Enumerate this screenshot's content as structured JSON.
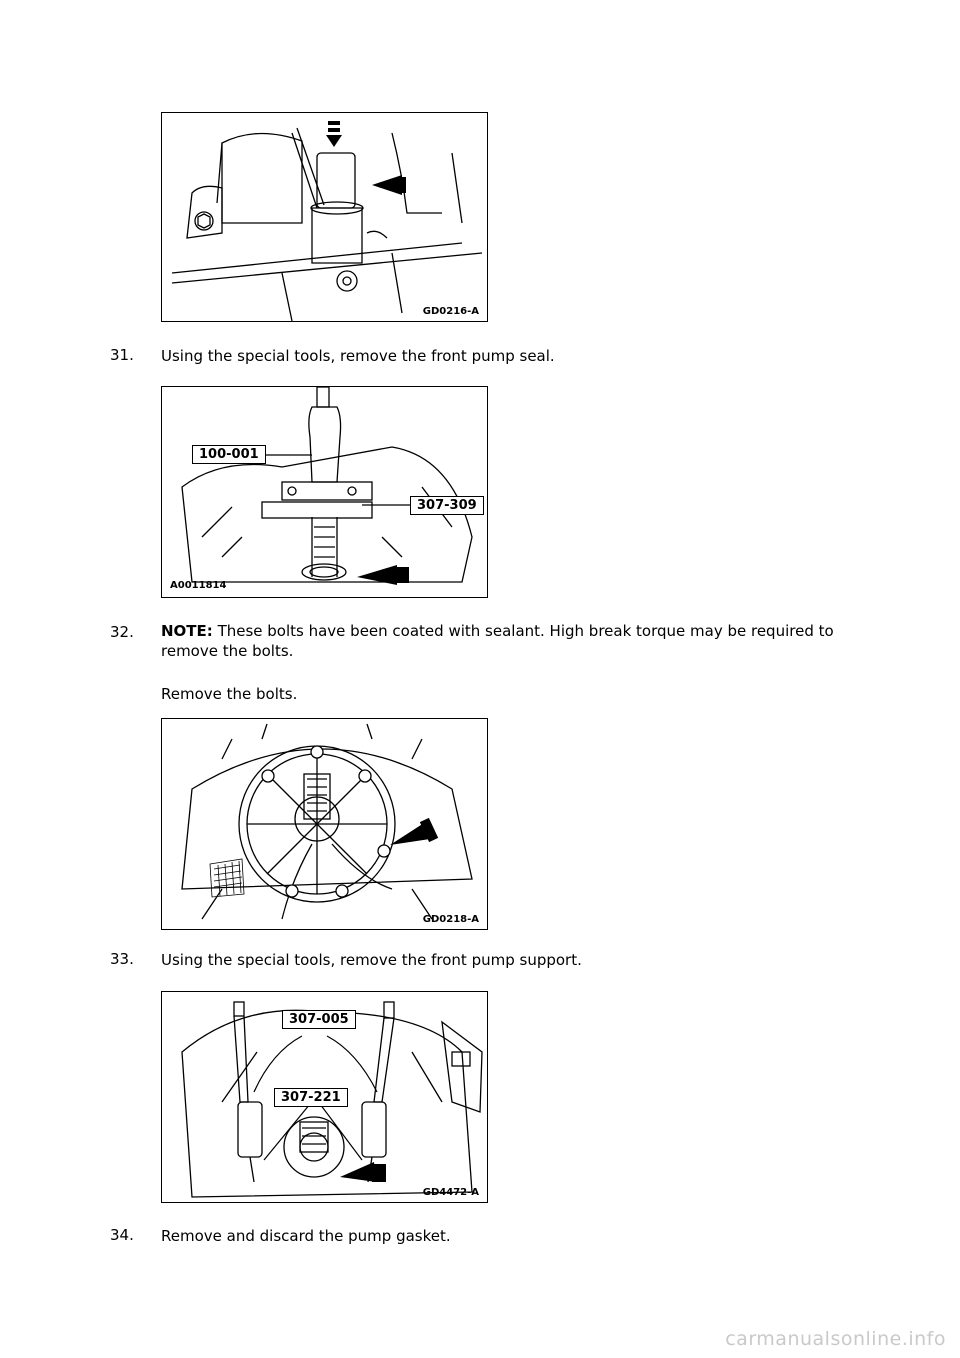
{
  "figures": [
    {
      "code": "GD0216-A"
    },
    {
      "code": "A0011814",
      "tools": [
        "100-001",
        "307-309"
      ]
    },
    {
      "code": "GD0218-A"
    },
    {
      "code": "GD4472-A",
      "tools": [
        "307-005",
        "307-221"
      ]
    }
  ],
  "steps": [
    {
      "number": "31.",
      "text": "Using the special tools, remove the front pump seal."
    },
    {
      "number": "32.",
      "note_label": "NOTE:",
      "note_text": " These bolts have been coated with sealant. High break torque may be required to remove the bolts.",
      "text": "Remove the bolts."
    },
    {
      "number": "33.",
      "text": "Using the special tools, remove the front pump support."
    },
    {
      "number": "34.",
      "text": "Remove and discard the pump gasket."
    }
  ],
  "watermark": "carmanualsonline.info"
}
